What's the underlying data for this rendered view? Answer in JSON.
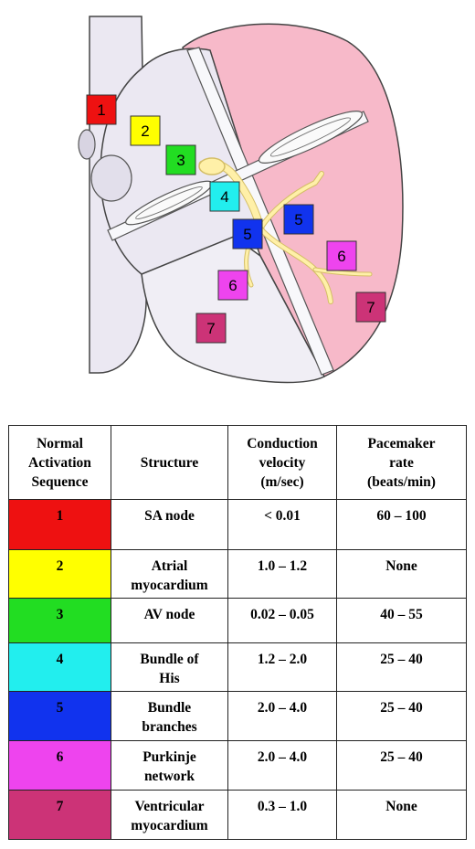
{
  "diagram": {
    "markers": [
      {
        "label": "1",
        "color": "#ee1111"
      },
      {
        "label": "2",
        "color": "#ffff00"
      },
      {
        "label": "3",
        "color": "#22dd22"
      },
      {
        "label": "4",
        "color": "#22eeee"
      },
      {
        "label": "5",
        "color": "#1133ee"
      },
      {
        "label": "5",
        "color": "#1133ee"
      },
      {
        "label": "6",
        "color": "#ee44ee"
      },
      {
        "label": "6",
        "color": "#ee44ee"
      },
      {
        "label": "7",
        "color": "#cc3377"
      },
      {
        "label": "7",
        "color": "#cc3377"
      }
    ],
    "colors": {
      "atria": "#ebe8f2",
      "ventricle_left": "#f0eef5",
      "ventricle_right": "#f7b9c9",
      "conduction": "#fff0a8"
    }
  },
  "table": {
    "headers": [
      "Normal\nActivation\nSequence",
      "Structure",
      "Conduction\nvelocity\n(m/sec)",
      "Pacemaker\nrate\n(beats/min)"
    ],
    "rows": [
      {
        "seq": "1",
        "color": "#ee1111",
        "structure": "SA node",
        "velocity": "< 0.01",
        "rate": "60 – 100"
      },
      {
        "seq": "2",
        "color": "#ffff00",
        "structure": "Atrial\nmyocardium",
        "velocity": "1.0 – 1.2",
        "rate": "None"
      },
      {
        "seq": "3",
        "color": "#22dd22",
        "structure": "AV node",
        "velocity": "0.02 – 0.05",
        "rate": "40 – 55"
      },
      {
        "seq": "4",
        "color": "#22eeee",
        "structure": "Bundle of\nHis",
        "velocity": "1.2 – 2.0",
        "rate": "25 – 40"
      },
      {
        "seq": "5",
        "color": "#1133ee",
        "structure": "Bundle\nbranches",
        "velocity": "2.0 – 4.0",
        "rate": "25 – 40"
      },
      {
        "seq": "6",
        "color": "#ee44ee",
        "structure": "Purkinje\nnetwork",
        "velocity": "2.0 – 4.0",
        "rate": "25 – 40"
      },
      {
        "seq": "7",
        "color": "#cc3377",
        "structure": "Ventricular\nmyocardium",
        "velocity": "0.3 – 1.0",
        "rate": "None"
      }
    ]
  }
}
